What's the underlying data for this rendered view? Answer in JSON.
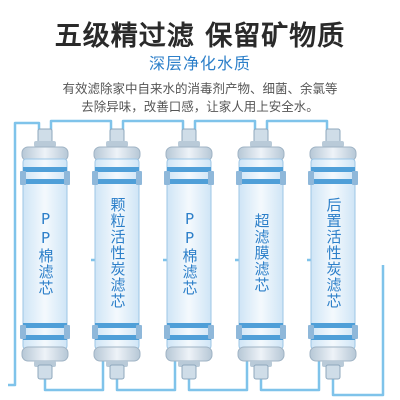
{
  "title": "五级精过滤 保留矿物质",
  "subtitle": "深层净化水质",
  "description": {
    "line1": "有效滤除家中自来水的消毒剂产物、细菌、余氯等",
    "line2": "去除异味，改善口感，让家人用上安全水。"
  },
  "filters": [
    {
      "label": "PP棉滤芯"
    },
    {
      "label": "颗粒活性炭滤芯"
    },
    {
      "label": "PP棉滤芯"
    },
    {
      "label": "超滤膜滤芯"
    },
    {
      "label": "后置活性炭滤芯"
    }
  ],
  "colors": {
    "accent": "#2c7fc9",
    "pipe": "#7fc3ea",
    "band": "#4f9fd8",
    "cap": "#cfdde8",
    "body": "#dcecf8"
  }
}
